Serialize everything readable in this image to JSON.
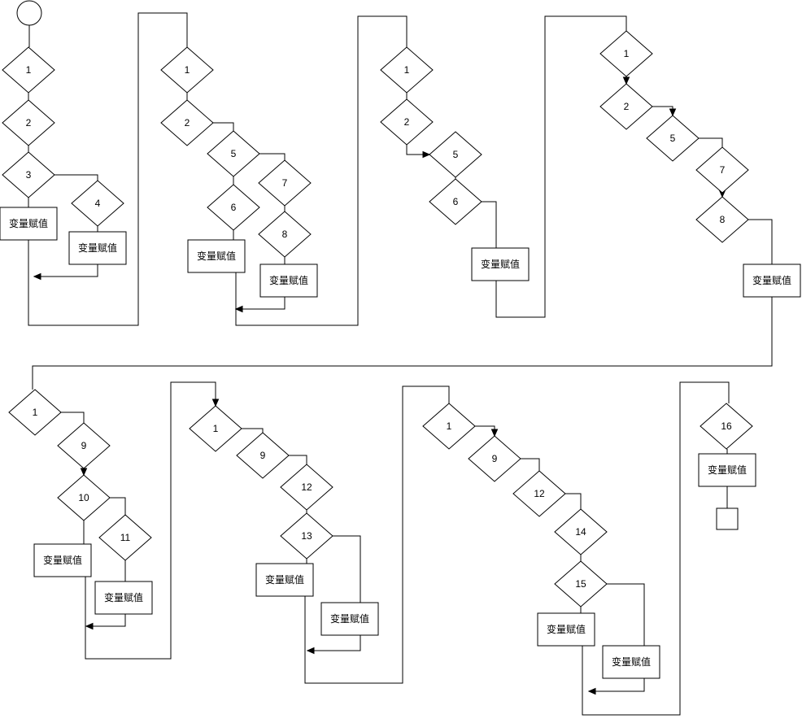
{
  "diagram": {
    "assign_label": "变量赋值",
    "nodes": [
      {
        "id": "start",
        "kind": "start",
        "label": ""
      },
      {
        "id": "a1",
        "kind": "decision",
        "label": "1"
      },
      {
        "id": "a2",
        "kind": "decision",
        "label": "2"
      },
      {
        "id": "a3",
        "kind": "decision",
        "label": "3"
      },
      {
        "id": "a4",
        "kind": "decision",
        "label": "4"
      },
      {
        "id": "aA1",
        "kind": "process",
        "label": "变量赋值"
      },
      {
        "id": "aA2",
        "kind": "process",
        "label": "变量赋值"
      },
      {
        "id": "b1",
        "kind": "decision",
        "label": "1"
      },
      {
        "id": "b2",
        "kind": "decision",
        "label": "2"
      },
      {
        "id": "b5",
        "kind": "decision",
        "label": "5"
      },
      {
        "id": "b6",
        "kind": "decision",
        "label": "6"
      },
      {
        "id": "b7",
        "kind": "decision",
        "label": "7"
      },
      {
        "id": "b8",
        "kind": "decision",
        "label": "8"
      },
      {
        "id": "bA1",
        "kind": "process",
        "label": "变量赋值"
      },
      {
        "id": "bA2",
        "kind": "process",
        "label": "变量赋值"
      },
      {
        "id": "c1",
        "kind": "decision",
        "label": "1"
      },
      {
        "id": "c2",
        "kind": "decision",
        "label": "2"
      },
      {
        "id": "c5",
        "kind": "decision",
        "label": "5"
      },
      {
        "id": "c6",
        "kind": "decision",
        "label": "6"
      },
      {
        "id": "cA1",
        "kind": "process",
        "label": "变量赋值"
      },
      {
        "id": "d1",
        "kind": "decision",
        "label": "1"
      },
      {
        "id": "d2",
        "kind": "decision",
        "label": "2"
      },
      {
        "id": "d5",
        "kind": "decision",
        "label": "5"
      },
      {
        "id": "d7",
        "kind": "decision",
        "label": "7"
      },
      {
        "id": "d8",
        "kind": "decision",
        "label": "8"
      },
      {
        "id": "dA1",
        "kind": "process",
        "label": "变量赋值"
      },
      {
        "id": "e1",
        "kind": "decision",
        "label": "1"
      },
      {
        "id": "e9",
        "kind": "decision",
        "label": "9"
      },
      {
        "id": "e10",
        "kind": "decision",
        "label": "10"
      },
      {
        "id": "e11",
        "kind": "decision",
        "label": "11"
      },
      {
        "id": "eA1",
        "kind": "process",
        "label": "变量赋值"
      },
      {
        "id": "eA2",
        "kind": "process",
        "label": "变量赋值"
      },
      {
        "id": "f1",
        "kind": "decision",
        "label": "1"
      },
      {
        "id": "f9",
        "kind": "decision",
        "label": "9"
      },
      {
        "id": "f12",
        "kind": "decision",
        "label": "12"
      },
      {
        "id": "f13",
        "kind": "decision",
        "label": "13"
      },
      {
        "id": "fA1",
        "kind": "process",
        "label": "变量赋值"
      },
      {
        "id": "fA2",
        "kind": "process",
        "label": "变量赋值"
      },
      {
        "id": "g1",
        "kind": "decision",
        "label": "1"
      },
      {
        "id": "g9",
        "kind": "decision",
        "label": "9"
      },
      {
        "id": "g12",
        "kind": "decision",
        "label": "12"
      },
      {
        "id": "g14",
        "kind": "decision",
        "label": "14"
      },
      {
        "id": "g15",
        "kind": "decision",
        "label": "15"
      },
      {
        "id": "gA1",
        "kind": "process",
        "label": "变量赋值"
      },
      {
        "id": "gA2",
        "kind": "process",
        "label": "变量赋值"
      },
      {
        "id": "h16",
        "kind": "decision",
        "label": "16"
      },
      {
        "id": "hA1",
        "kind": "process",
        "label": "变量赋值"
      },
      {
        "id": "end",
        "kind": "end",
        "label": ""
      }
    ]
  }
}
